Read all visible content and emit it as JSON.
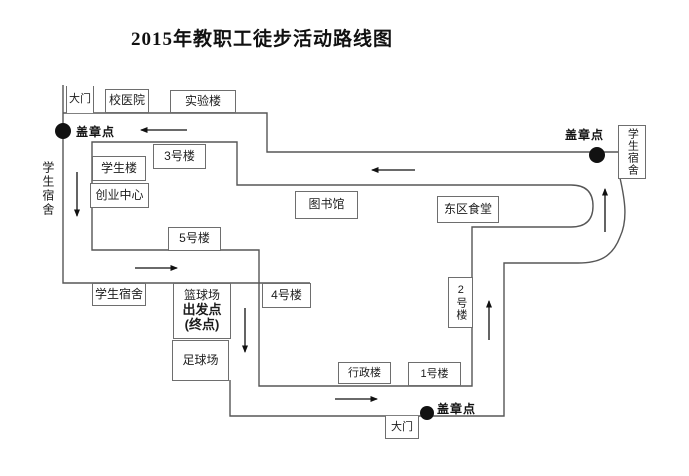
{
  "title": "2015年教职工徒步活动路线图",
  "labels": {
    "gate_top": "大门",
    "hospital": "校医院",
    "lab_building": "实验楼",
    "building3": "3号楼",
    "student_building": "学生楼",
    "entrepreneur_center": "创业中心",
    "library": "图书馆",
    "east_canteen": "东区食堂",
    "building5": "5号楼",
    "dorm_left_outer": "学生宿舍",
    "dorm_row": "学生宿舍",
    "basketball_court": "篮球场",
    "start_point": "出发点",
    "end_point": "(终点)",
    "football_field": "足球场",
    "building4": "4号楼",
    "building2": "2号楼",
    "admin_building": "行政楼",
    "building1": "1号楼",
    "dorm_right": "学生宿舍",
    "gate_bottom": "大门",
    "stamp_point": "盖章点"
  },
  "colors": {
    "background": "#ffffff",
    "road_line": "#565656",
    "box_border": "#6e6e6e",
    "text": "#1c1c1c",
    "stamp_dot": "#111111",
    "arrow": "#111111"
  }
}
